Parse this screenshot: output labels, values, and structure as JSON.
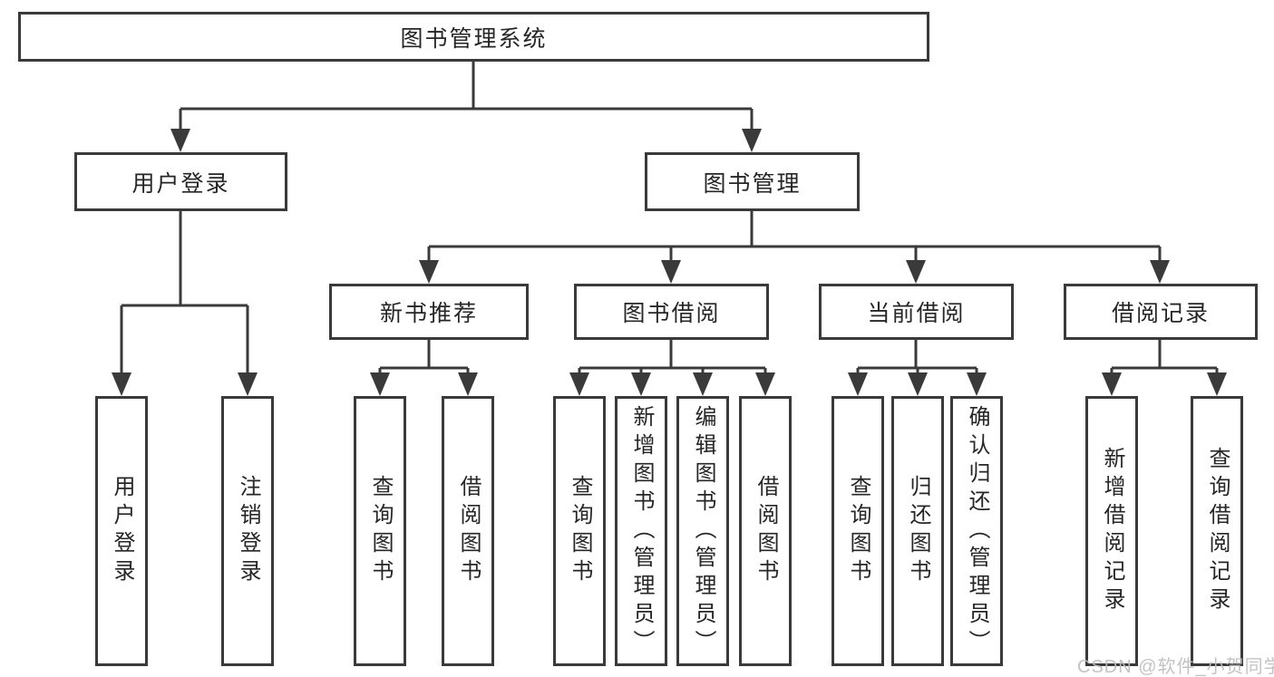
{
  "diagram": {
    "root_label": "图书管理系统",
    "level2": [
      {
        "label": "用户登录"
      },
      {
        "label": "图书管理"
      }
    ],
    "level3": [
      {
        "label": "新书推荐"
      },
      {
        "label": "图书借阅"
      },
      {
        "label": "当前借阅"
      },
      {
        "label": "借阅记录"
      }
    ],
    "leaves": {
      "user_login": [
        "用户登录",
        "注销登录"
      ],
      "new_book_rec": [
        "查询图书",
        "借阅图书"
      ],
      "book_borrow": [
        "查询图书",
        "新增图书（管理员）",
        "编辑图书（管理员）",
        "借阅图书"
      ],
      "current_borrow": [
        "查询图书",
        "归还图书",
        "确认归还（管理员）"
      ],
      "borrow_records": [
        "新增借阅记录",
        "查询借阅记录"
      ]
    }
  },
  "watermark": "CSDN @软件_小贺同学",
  "colors": {
    "line": "#3a3a3a",
    "text": "#262626",
    "background": "#ffffff",
    "watermark": "#bdbdbd"
  }
}
